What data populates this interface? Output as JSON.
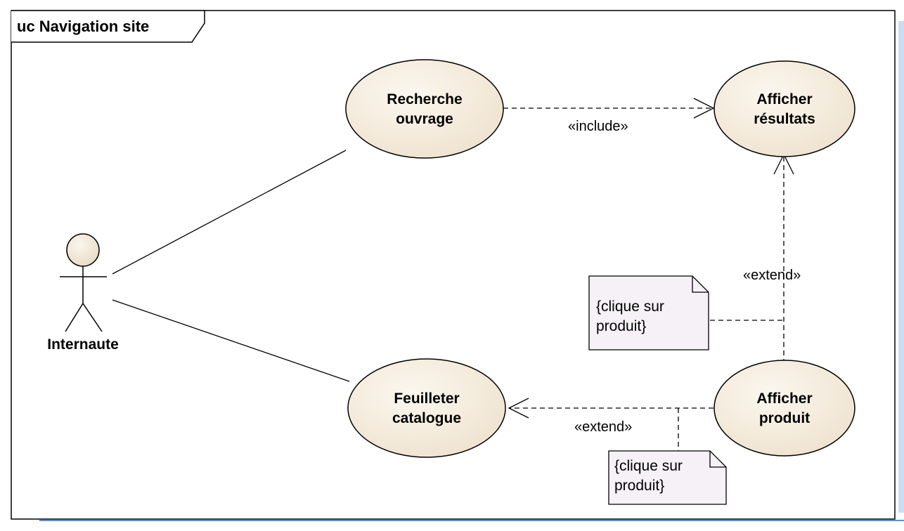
{
  "frame": {
    "title": "uc Navigation site"
  },
  "actor": {
    "name": "Internaute"
  },
  "use_cases": {
    "recherche": {
      "line1": "Recherche",
      "line2": "ouvrage"
    },
    "afficher_resultats": {
      "line1": "Afficher",
      "line2": "résultats"
    },
    "feuilleter": {
      "line1": "Feuilleter",
      "line2": "catalogue"
    },
    "afficher_produit": {
      "line1": "Afficher",
      "line2": "produit"
    }
  },
  "relations": {
    "include_label": "«include»",
    "extend_label_vertical": "«extend»",
    "extend_label_horizontal": "«extend»"
  },
  "notes": {
    "note_upper": {
      "line1": "{clique sur",
      "line2": "produit}"
    },
    "note_lower": {
      "line1": "{clique sur",
      "line2": "produit}"
    }
  },
  "colors": {
    "use_case_fill": "#f2e9d9",
    "use_case_gradient_light": "#fbf7ef",
    "actor_head_fill": "#f0e4d0",
    "note_fill": "#f5f1f6",
    "line": "#000000",
    "bottom_accent": "#5b8fd6"
  }
}
